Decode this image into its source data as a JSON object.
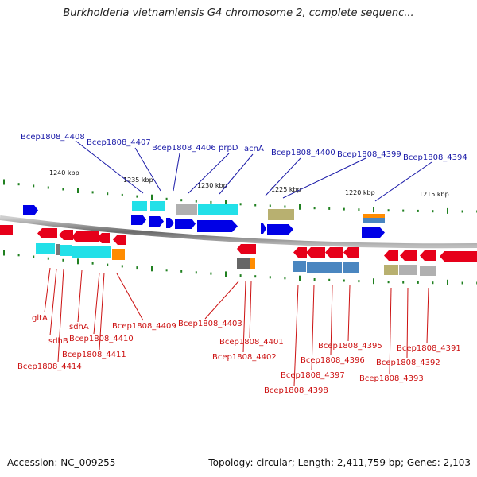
{
  "title": "Burkholderia vietnamiensis G4 chromosome 2, complete sequenc...",
  "scale_labels": [
    "1240 kbp",
    "1235 kbp",
    "1230 kbp",
    "1225 kbp",
    "1220 kbp",
    "1215 kbp"
  ],
  "top_labels": [
    "Bcep1808_4408",
    "Bcep1808_4407",
    "Bcep1808_4406",
    "prpD",
    "acnA",
    "Bcep1808_4400",
    "Bcep1808_4399",
    "Bcep1808_4394"
  ],
  "bottom_labels": [
    "gltA",
    "sdhB",
    "Bcep1808_4414",
    "sdhA",
    "Bcep1808_4410",
    "Bcep1808_4411",
    "Bcep1808_4409",
    "Bcep1808_4403",
    "Bcep1808_4401",
    "Bcep1808_4402",
    "Bcep1808_4395",
    "Bcep1808_4396",
    "Bcep1808_4397",
    "Bcep1808_4398",
    "Bcep1808_4391",
    "Bcep1808_4392",
    "Bcep1808_4393"
  ],
  "colors": {
    "forward_gene": "#0000e6",
    "reverse_gene": "#e6001a",
    "top_label": "#1a1aa8",
    "bottom_label": "#cc1111",
    "cyan_feature": "#22e0e8",
    "orange_feature": "#ff8c00",
    "khaki_feature": "#b8b070",
    "steel_feature": "#4a86c0",
    "gray_feature": "#b0b0b0",
    "backbone": "#888888",
    "tick": "#208020"
  },
  "footer": {
    "accession": "Accession: NC_009255",
    "summary": "Topology: circular; Length: 2,411,759 bp; Genes: 2,103"
  }
}
